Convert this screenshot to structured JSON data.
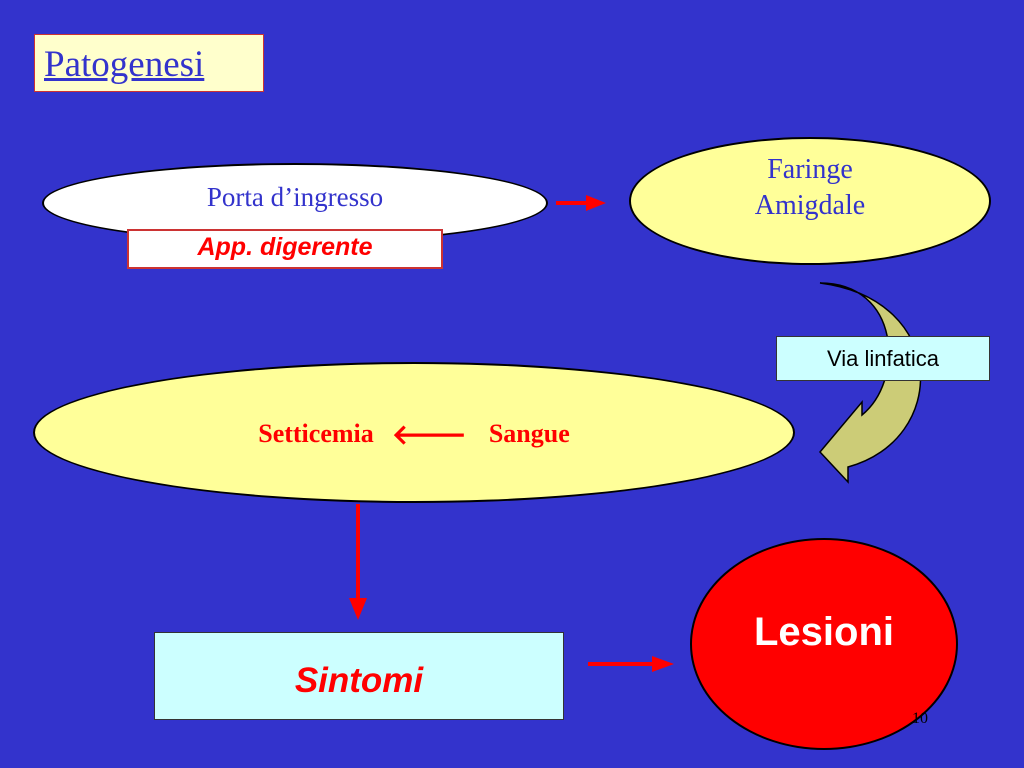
{
  "slide": {
    "title": "Patogenesi",
    "page_number": "10"
  },
  "nodes": {
    "porta": "Porta d’ingresso",
    "app_digerente": "App. digerente",
    "faringe_line1": "Faringe",
    "faringe_line2": "Amigdale",
    "via_linfatica": "Via linfatica",
    "setticemia": "Setticemia",
    "setticemia_arrow": "🡐",
    "sangue": "Sangue",
    "sintomi": "Sintomi",
    "lesioni": "Lesioni"
  },
  "colors": {
    "background": "#3333cc",
    "arrow_red": "#ff0000",
    "curved_arrow_fill": "#cccc77",
    "ellipse_yellow": "#ffff99",
    "box_cyan": "#ccffff"
  }
}
